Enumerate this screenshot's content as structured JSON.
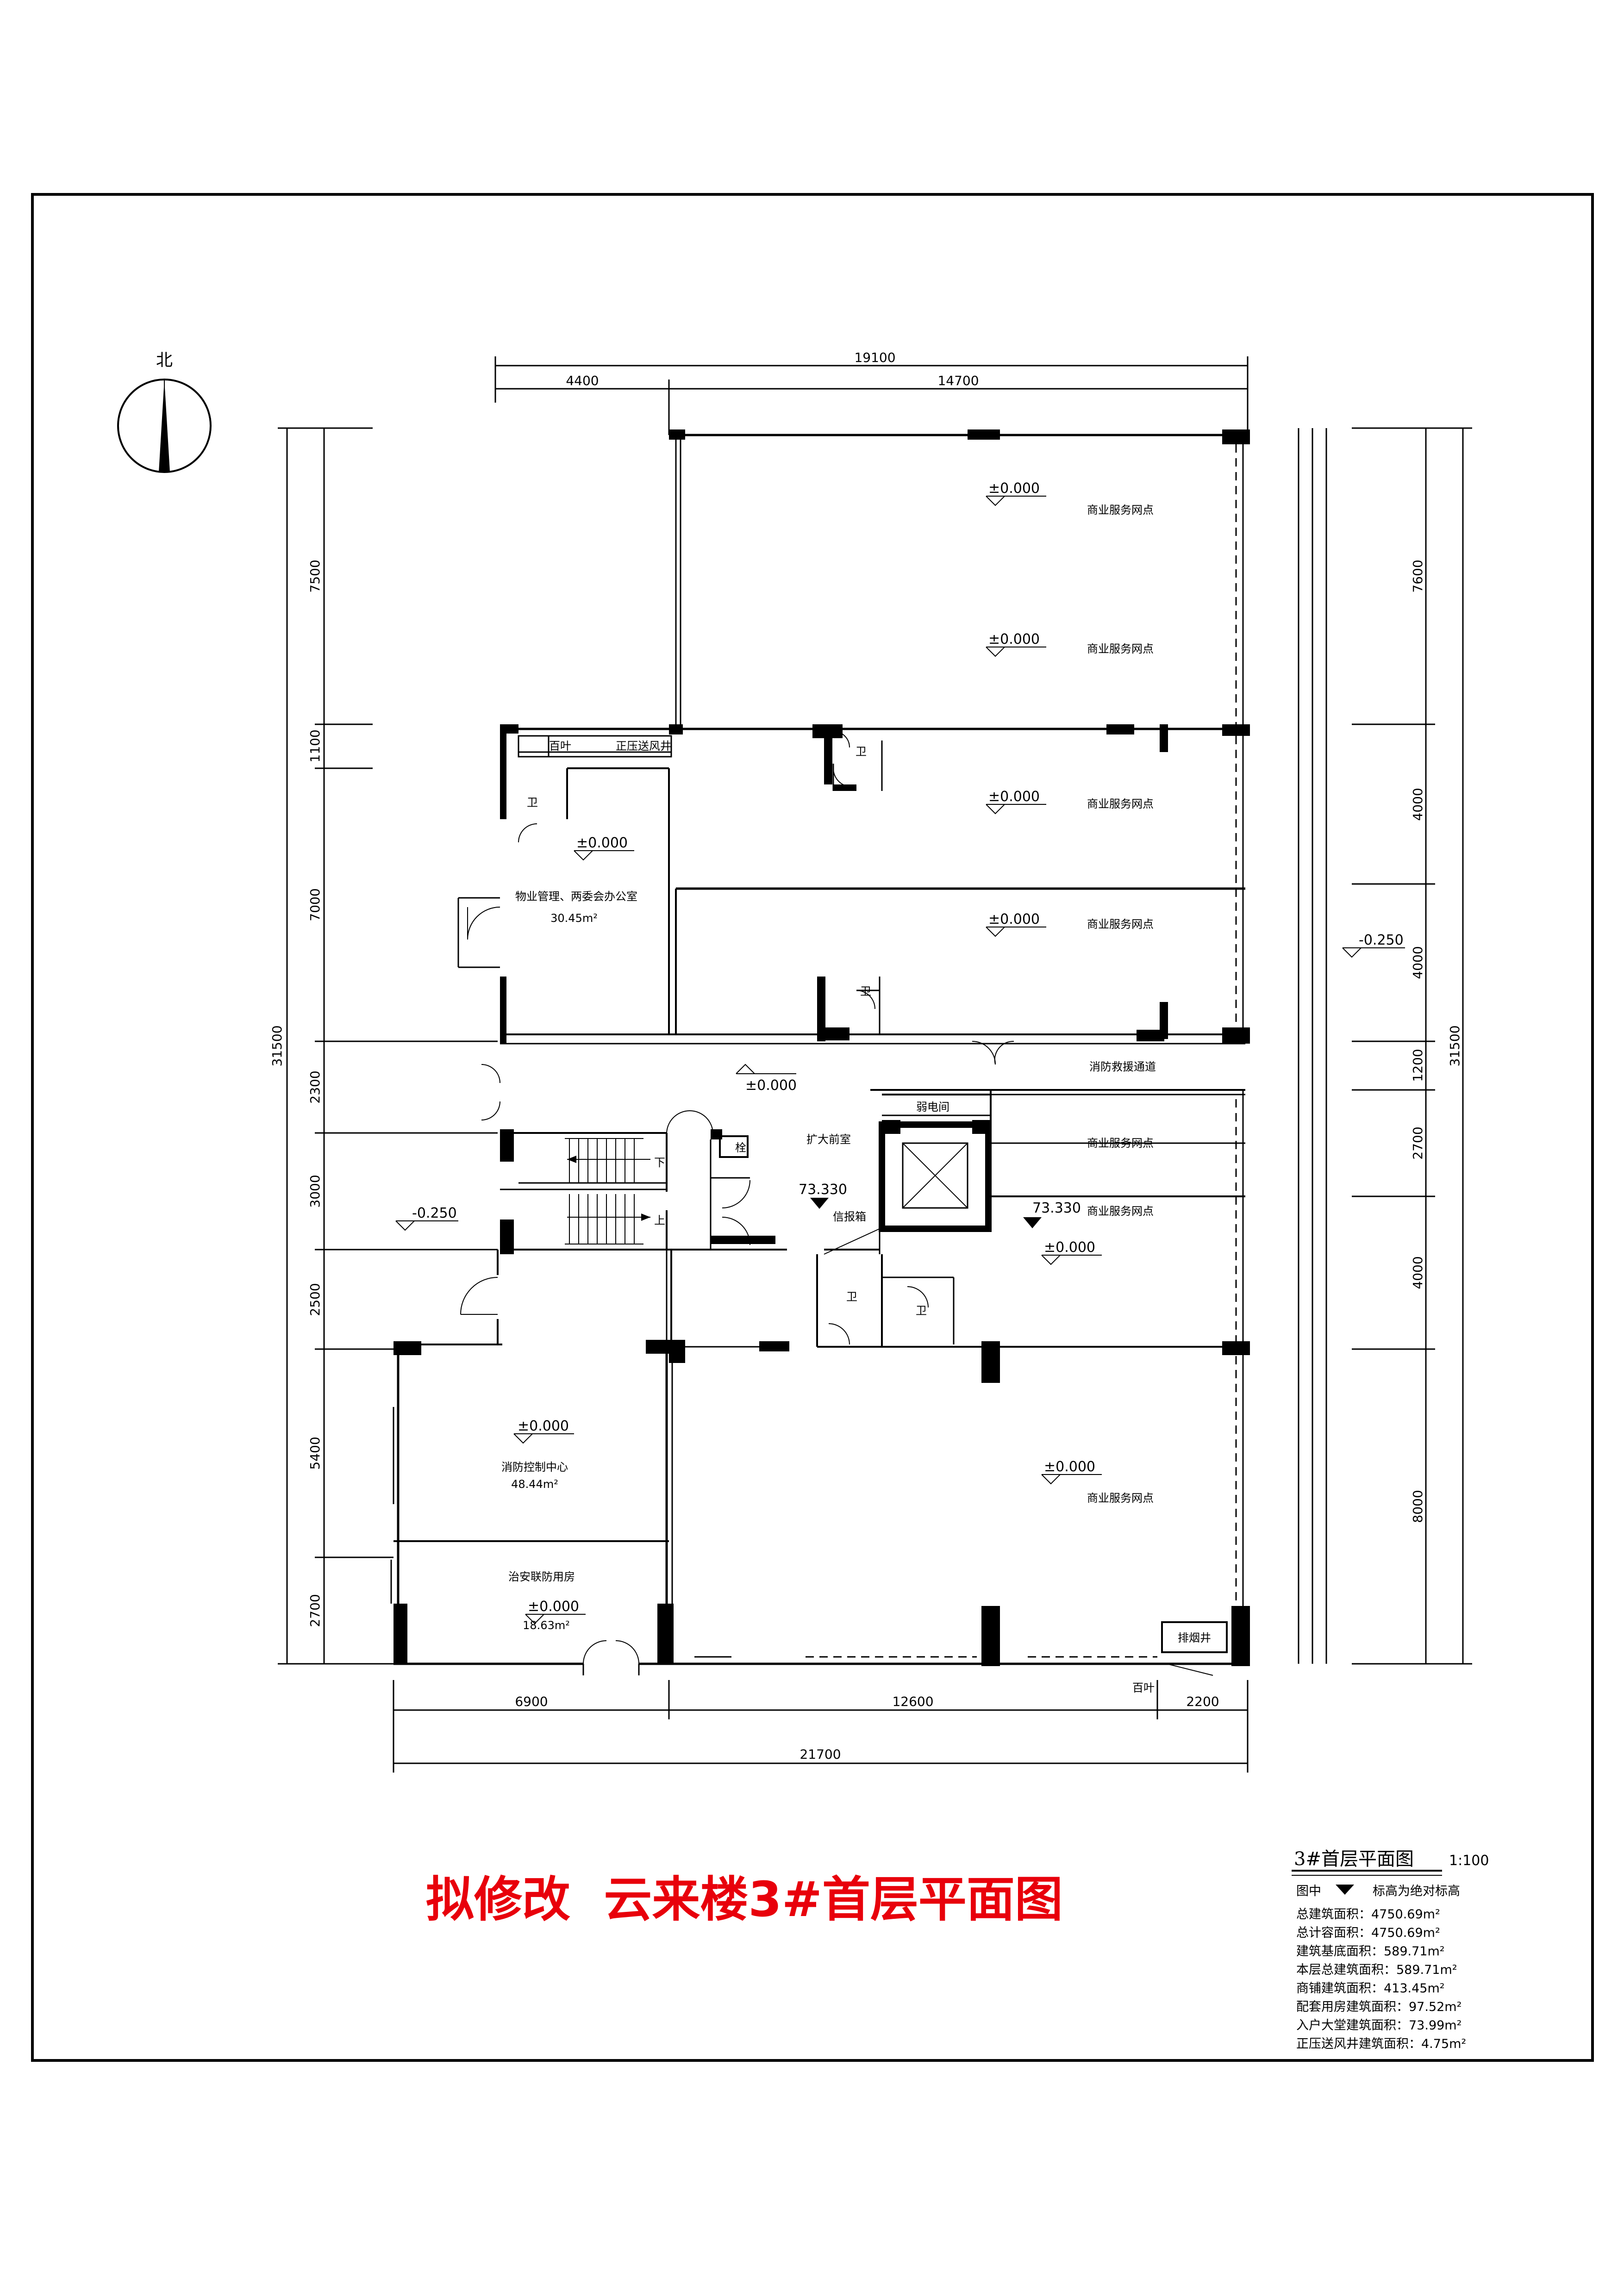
{
  "north": {
    "label": "北"
  },
  "dims": {
    "top_total": "19100",
    "top_left": "4400",
    "top_right": "14700",
    "bottom_a": "6900",
    "bottom_b": "12600",
    "bottom_c": "2200",
    "bottom_total": "21700",
    "left_1": "7500",
    "left_2": "1100",
    "left_3": "7000",
    "left_4": "2300",
    "left_5": "3000",
    "left_6": "2500",
    "left_7": "5400",
    "left_8": "2700",
    "left_total": "31500",
    "right_1": "7600",
    "right_2": "4000",
    "right_3": "4000",
    "right_4": "1200",
    "right_5": "2700",
    "right_6": "4000",
    "right_7": "8000",
    "right_total": "31500"
  },
  "rooms": {
    "shop": "商业服务网点",
    "office_name": "物业管理、两委会办公室",
    "office_area": "30.45m²",
    "fire_center": "消防控制中心",
    "fire_area": "48.44m²",
    "security": "治安联防用房",
    "security_area": "18.63m²",
    "fire_passage": "消防救援通道",
    "lobby": "扩大前室",
    "elec": "弱电间",
    "mailbox": "信报箱",
    "vent_shaft": "正压送风井",
    "louver": "百叶",
    "pipe_shaft": "排烟井",
    "toilet": "卫",
    "fire_hydrant": "栓",
    "down": "下",
    "up": "上"
  },
  "elevations": {
    "zero": "±0.000",
    "minus": "-0.250",
    "absolute": "73.330"
  },
  "title": "拟修改  云来楼3#首层平面图",
  "legend": {
    "title": "3#首层平面图",
    "scale": "1:100",
    "note_prefix": "图中",
    "note_suffix": "标高为绝对标高",
    "items": [
      "总建筑面积：4750.69m²",
      "总计容面积：4750.69m²",
      "建筑基底面积：589.71m²",
      "本层总建筑面积：589.71m²",
      "商铺建筑面积：413.45m²",
      "配套用房建筑面积：97.52m²",
      "入户大堂建筑面积：73.99m²",
      "正压送风井建筑面积：4.75m²"
    ]
  }
}
